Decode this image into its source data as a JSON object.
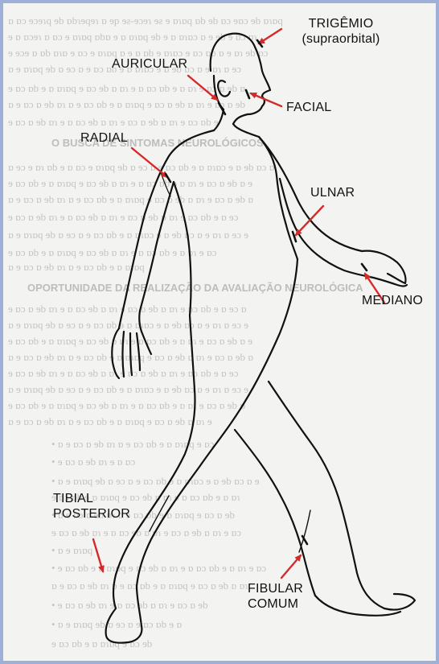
{
  "diagram": {
    "labels": [
      {
        "id": "trigemio",
        "lines": [
          "TRIGÊMIO",
          "(supraorbital)"
        ]
      },
      {
        "id": "auricular",
        "lines": [
          "AURICULAR"
        ]
      },
      {
        "id": "facial",
        "lines": [
          "FACIAL"
        ]
      },
      {
        "id": "radial",
        "lines": [
          "RADIAL"
        ]
      },
      {
        "id": "ulnar",
        "lines": [
          "ULNAR"
        ]
      },
      {
        "id": "mediano",
        "lines": [
          "MEDIANO"
        ]
      },
      {
        "id": "tibial",
        "lines": [
          "TIBIAL",
          "POSTERIOR"
        ]
      },
      {
        "id": "fibular",
        "lines": [
          "FIBULAR",
          "COMUM"
        ]
      }
    ]
  },
  "background_text": {
    "headings": [
      "O BUSCA DE SINTOMAS NEUROLÓGICOS",
      "OPORTUNIDADE DA REALIZAÇÃO DA AVALIAÇÃO NEUROLÓGICA"
    ]
  },
  "colors": {
    "frame_border": "#9fb0d8",
    "paper": "#f3f3f1",
    "arrow": "#d42a2a",
    "outline": "#111111",
    "label_text": "#111111"
  }
}
